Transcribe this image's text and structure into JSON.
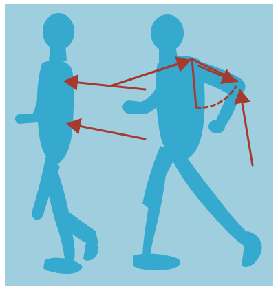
{
  "diagram": {
    "background_color": "#9fcfdf",
    "figure_color": "#36a9cf",
    "arrow_color": "#a63a2f",
    "figures": [
      "left-runner",
      "right-runner"
    ],
    "arrows": [
      "back-to-upper-chest",
      "back-to-lower-torso",
      "shoulder-to-elbow",
      "hand-up-to-elbow"
    ]
  }
}
